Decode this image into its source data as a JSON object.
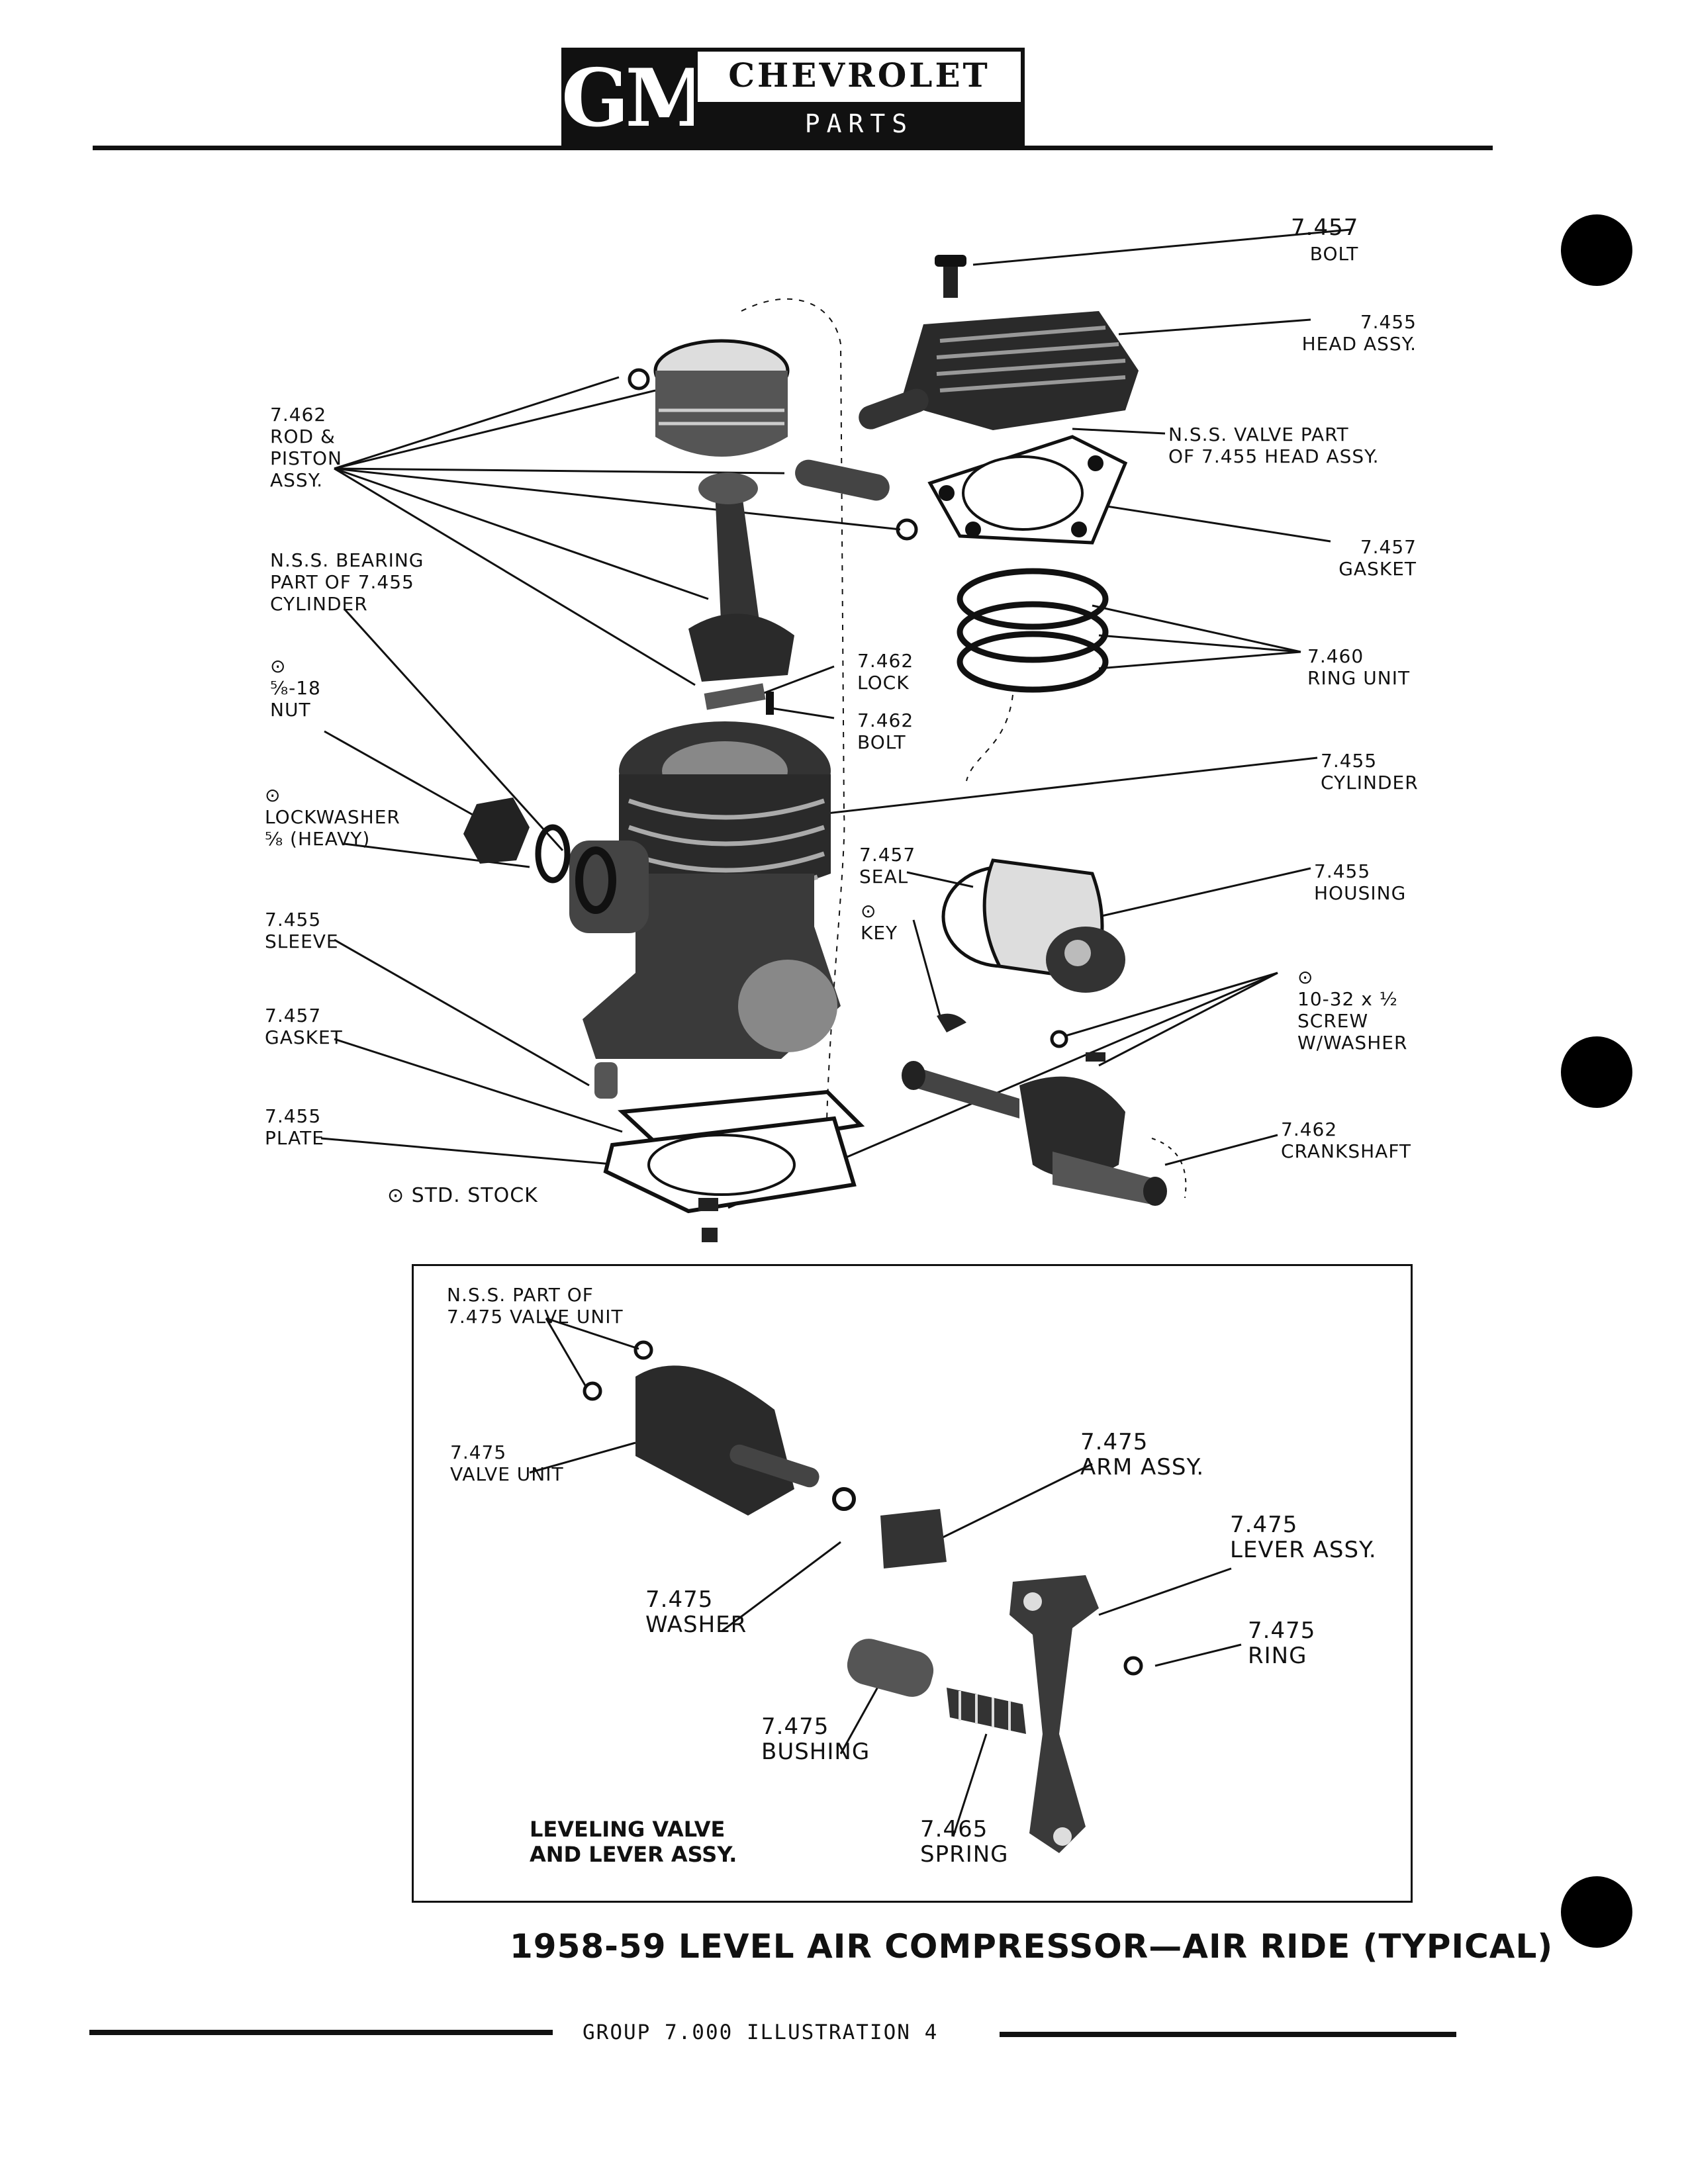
{
  "header": {
    "logo": "GM",
    "brand": "CHEVROLET",
    "subtitle": "PARTS CATALOGUE"
  },
  "labels": {
    "bolt_top": {
      "num": "7.457",
      "name": "BOLT"
    },
    "head_assy": {
      "num": "7.455",
      "name": "HEAD ASSY."
    },
    "valve_part": "N.S.S. VALVE PART\nOF 7.455 HEAD ASSY.",
    "gasket_top": {
      "num": "7.457",
      "name": "GASKET"
    },
    "ring_unit": {
      "num": "7.460",
      "name": "RING UNIT"
    },
    "cylinder": {
      "num": "7.455",
      "name": "CYLINDER"
    },
    "housing": {
      "num": "7.455",
      "name": "HOUSING"
    },
    "screw": "⊙\n10-32 x ½\nSCREW\nW/WASHER",
    "crankshaft": {
      "num": "7.462",
      "name": "CRANKSHAFT"
    },
    "rod_piston": "7.462\nROD &\nPISTON\nASSY.",
    "bearing": "N.S.S. BEARING\nPART OF 7.455\nCYLINDER",
    "nut": "⊙\n⅝-18\nNUT",
    "lockwasher": "⊙\nLOCKWASHER\n⅝ (HEAVY)",
    "sleeve": {
      "num": "7.455",
      "name": "SLEEVE"
    },
    "gasket_bottom": {
      "num": "7.457",
      "name": "GASKET"
    },
    "plate": {
      "num": "7.455",
      "name": "PLATE"
    },
    "std_stock": "⊙ STD. STOCK",
    "lock": {
      "num": "7.462",
      "name": "LOCK"
    },
    "bolt_mid": {
      "num": "7.462",
      "name": "BOLT"
    },
    "seal": {
      "num": "7.457",
      "name": "SEAL"
    },
    "key": "⊙\nKEY"
  },
  "inset": {
    "nss_valve": "N.S.S. PART OF\n7.475 VALVE UNIT",
    "valve_unit": "7.475\nVALVE UNIT",
    "arm_assy": "7.475\nARM ASSY.",
    "lever_assy": "7.475\nLEVER ASSY.",
    "ring": "7.475\nRING",
    "washer": "7.475\nWASHER",
    "bushing": "7.475\nBUSHING",
    "spring": "7.465\nSPRING",
    "caption": "LEVELING VALVE\nAND LEVER ASSY."
  },
  "title": "1958-59 LEVEL AIR COMPRESSOR—AIR RIDE (TYPICAL)",
  "footer": "GROUP 7.000 ILLUSTRATION 4"
}
